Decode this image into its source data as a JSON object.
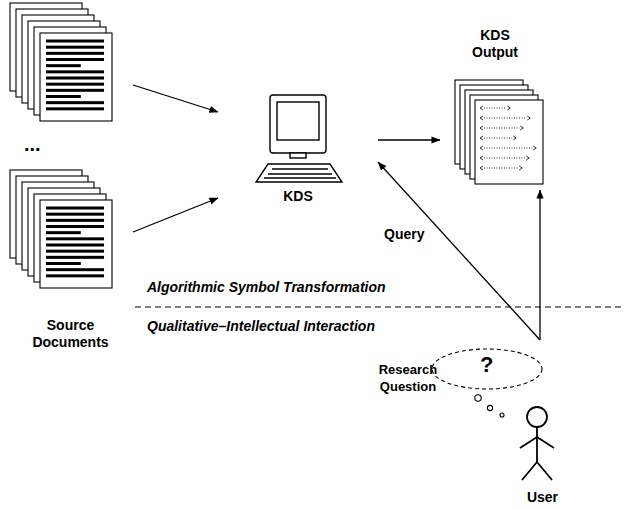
{
  "diagram": {
    "nodes": [
      {
        "text": [
          "Source Documents"
        ]
      },
      {
        "text": [
          "KDS"
        ]
      },
      {
        "text": [
          "KDS Output"
        ]
      },
      {
        "text": [
          "User"
        ]
      }
    ],
    "edges": [
      {
        "from": 0,
        "to": 1,
        "arrow": "to"
      },
      {
        "from": 0,
        "to": 1,
        "arrow": "to"
      },
      {
        "from": 1,
        "to": 2,
        "arrow": "to"
      },
      {
        "from": 3,
        "to": 1,
        "label": "Query",
        "arrow": "to"
      },
      {
        "from": 3,
        "to": 2,
        "arrow": "to"
      }
    ],
    "labels": [
      "...",
      "Algorithmic Symbol Transformation",
      "Qualitative–Intellectual Interaction",
      "Research Question",
      "?"
    ]
  }
}
